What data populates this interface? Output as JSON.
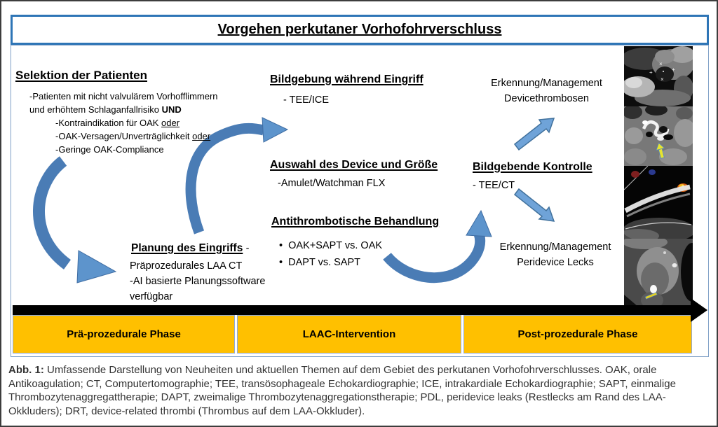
{
  "title": "Vorgehen perkutaner Vorhofohrverschluss",
  "selektion": {
    "heading": "Selektion der Patienten",
    "line1": "-Patienten mit nicht valvulärem Vorhofflimmern",
    "line2_text": "und erhöhtem Schlaganfallrisiko ",
    "line2_bold": "UND",
    "line3_text": "-Kontraindikation für OAK ",
    "line3_underline": "oder",
    "line4_text": "-OAK-Versagen/Unverträglichkeit ",
    "line4_underline": "oder",
    "line5": "-Geringe OAK-Compliance"
  },
  "bildgebung_eingriff": {
    "heading": "Bildgebung während Eingriff",
    "item": "- TEE/ICE"
  },
  "device_thrombosen": {
    "line1": "Erkennung/Management",
    "line2": "Devicethrombosen"
  },
  "auswahl_device": {
    "heading": "Auswahl des  Device und Größe",
    "item": "-Amulet/Watchman FLX"
  },
  "bildgebende_kontrolle": {
    "heading": "Bildgebende Kontrolle",
    "item": "- TEE/CT"
  },
  "antithrombotische": {
    "heading": "Antithrombotische Behandlung",
    "bullet_glyph": "•",
    "bullet1": "OAK+SAPT vs. OAK",
    "bullet2": "DAPT vs. SAPT"
  },
  "planung": {
    "heading": "Planung des Eingriffs",
    "dash": "-",
    "line1": "Präprozedurales LAA CT",
    "line2": "-AI basierte Planungssoftware",
    "line3": "verfügbar"
  },
  "peridevice_lecks": {
    "line1": "Erkennung/Management",
    "line2": "Peridevice Lecks"
  },
  "phases": [
    {
      "label": "Prä-prozedurale Phase"
    },
    {
      "label": "LAAC-Intervention"
    },
    {
      "label": "Post-prozedurale Phase"
    }
  ],
  "caption": {
    "label": "Abb. 1:",
    "text": " Umfassende Darstellung von Neuheiten und aktuellen Themen auf dem Gebiet des perkutanen Vorhofohrverschlusses. OAK, orale Antikoagulation; CT, Computertomographie; TEE, transösophageale Echokardiographie; ICE, intrakardiale Echokardiographie; SAPT, einmalige Thrombozytenaggregattherapie; DAPT, zweimalige Thrombozytenaggregationstherapie; PDL, peridevice leaks (Restlecks am Rand des LAA-Okkluders); DRT, device-related thrombi (Thrombus auf dem LAA-Okkluder)."
  },
  "colors": {
    "arrow_band": "#4a7cb5",
    "arrow_head": "#5d94cc",
    "arrow_outline": "#41719c",
    "phase_yellow": "#ffc000",
    "title_border_blue": "#2e75b6",
    "box_border_blue": "#7f9fc6",
    "timeline_black": "#000000"
  },
  "thumbnails": [
    {
      "name": "tee-ultrasound-thumbnail"
    },
    {
      "name": "ct-device-thumbnail"
    },
    {
      "name": "tee-doppler-leak-thumbnail"
    },
    {
      "name": "ct-occluder-thumbnail"
    }
  ]
}
